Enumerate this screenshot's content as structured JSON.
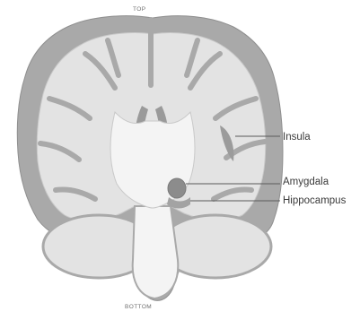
{
  "orientation": {
    "top": "TOP",
    "bottom": "BOTTOM"
  },
  "labels": {
    "insula": "Insula",
    "amygdala": "Amygdala",
    "hippocampus": "Hippocampus"
  },
  "colors": {
    "cortex_gray": "#a9a9a9",
    "white_matter": "#e3e3e3",
    "deep_structure": "#f4f4f4",
    "highlight": "#8c8c8c",
    "leader_line": "#5a5a5a"
  }
}
